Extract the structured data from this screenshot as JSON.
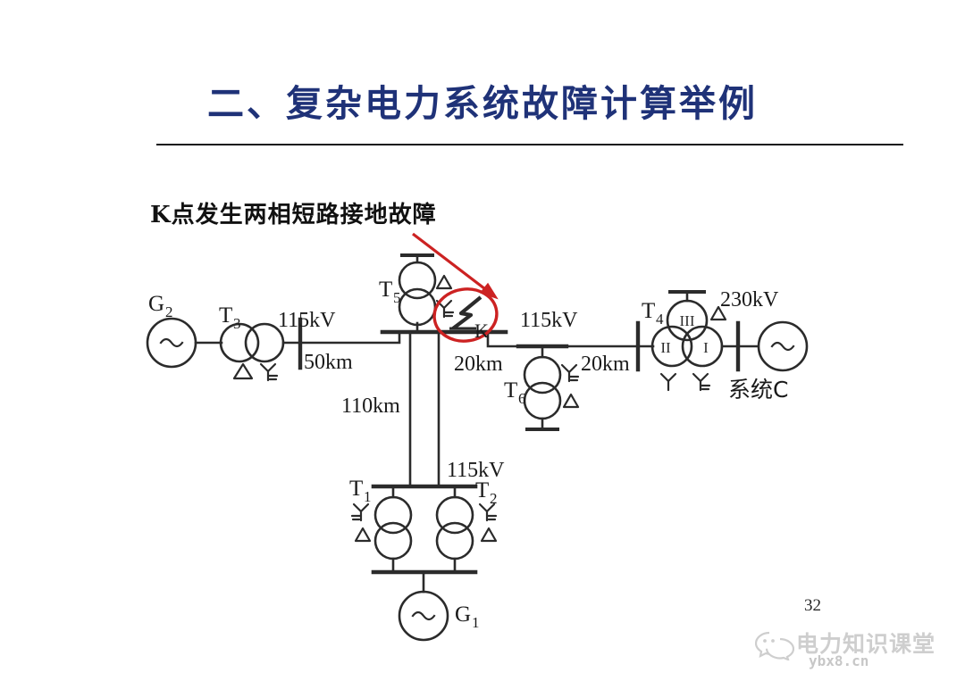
{
  "slide": {
    "title": "二、复杂电力系统故障计算举例",
    "subtitle": "K点发生两相短路接地故障",
    "page_number": "32",
    "title_color": "#1f3278",
    "annotation_color": "#cc2222",
    "line_color": "#2b2b2b"
  },
  "watermark": {
    "name": "电力知识课堂",
    "domain": "ybx8.cn",
    "icon": "wechat-icon"
  },
  "diagram": {
    "type": "single-line-power-system-diagram",
    "generators": [
      {
        "id": "G1",
        "label": "G",
        "sub": "1",
        "symbol": "~"
      },
      {
        "id": "G2",
        "label": "G",
        "sub": "2",
        "symbol": "~"
      },
      {
        "id": "SYSC",
        "label": "系统C",
        "symbol": "~"
      }
    ],
    "transformers": [
      {
        "id": "T1",
        "label": "T",
        "sub": "1",
        "windings": [
          "Y-grounded",
          "Delta"
        ],
        "orientation": "vertical"
      },
      {
        "id": "T2",
        "label": "T",
        "sub": "2",
        "windings": [
          "Y-grounded",
          "Delta"
        ],
        "orientation": "vertical"
      },
      {
        "id": "T3",
        "label": "T",
        "sub": "3",
        "windings": [
          "Delta",
          "Y-grounded"
        ],
        "orientation": "horizontal"
      },
      {
        "id": "T4",
        "label": "T",
        "sub": "4",
        "windings": [
          "Y",
          "Y-grounded",
          "Delta"
        ],
        "orientation": "three-winding",
        "winding_marks": [
          "I",
          "II",
          "III"
        ]
      },
      {
        "id": "T5",
        "label": "T",
        "sub": "5",
        "windings": [
          "Delta",
          "Y-grounded"
        ],
        "orientation": "vertical"
      },
      {
        "id": "T6",
        "label": "T",
        "sub": "6",
        "windings": [
          "Y-grounded",
          "Delta"
        ],
        "orientation": "vertical"
      }
    ],
    "voltage_labels": [
      {
        "id": "v115_left",
        "text": "115kV"
      },
      {
        "id": "v115_mid",
        "text": "115kV"
      },
      {
        "id": "v230",
        "text": "230kV"
      },
      {
        "id": "v115_bottom",
        "text": "115kV"
      }
    ],
    "line_lengths": [
      {
        "id": "len50",
        "text": "50km"
      },
      {
        "id": "len110",
        "text": "110km"
      },
      {
        "id": "len20a",
        "text": "20km"
      },
      {
        "id": "len20b",
        "text": "20km"
      }
    ],
    "fault": {
      "marker_label": "K",
      "description": "两相短路接地故障",
      "highlight_shape": "ellipse",
      "has_arrow": true
    },
    "winding_symbols": {
      "delta": "Δ",
      "wye": "Y",
      "wye_grounded": "Y⏚"
    }
  }
}
